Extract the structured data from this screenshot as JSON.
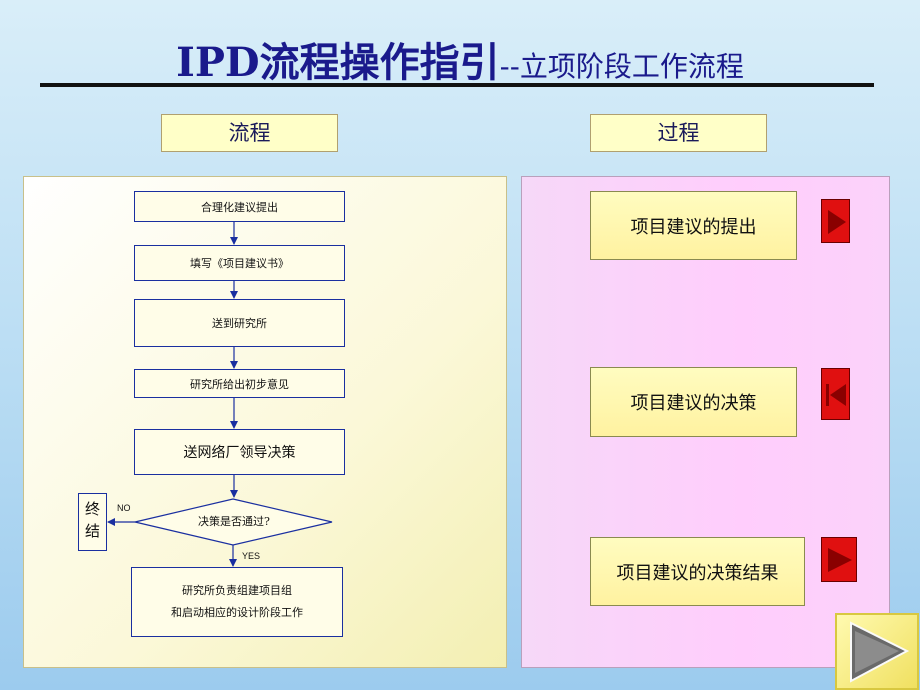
{
  "title": {
    "main": "IPD流程操作指引",
    "sub": "--立项阶段工作流程"
  },
  "tabs": {
    "left": "流程",
    "right": "过程"
  },
  "flowchart": {
    "step1": "合理化建议提出",
    "step2": "填写《项目建议书》",
    "step3": "送到研究所",
    "step4": "研究所给出初步意见",
    "step5": "送网络厂领导决策",
    "decision": "决策是否通过?",
    "no_label": "NO",
    "yes_label": "YES",
    "end_line1": "终",
    "end_line2": "结",
    "final_line1": "研究所负责组建项目组",
    "final_line2": "和启动相应的设计阶段工作"
  },
  "process": {
    "items": [
      "项目建议的提出",
      "项目建议的决策",
      "项目建议的决策结果"
    ]
  },
  "colors": {
    "title": "#1a1a8c",
    "flow_border": "#1a2fa0",
    "nav_red": "#e01010",
    "panel_right": "#ffcdfc",
    "panel_left": "#fbf8d8"
  },
  "icons": {
    "nav1": "play-icon",
    "nav2": "skip-back-icon",
    "nav3": "play-icon",
    "next": "next-slide-icon"
  }
}
